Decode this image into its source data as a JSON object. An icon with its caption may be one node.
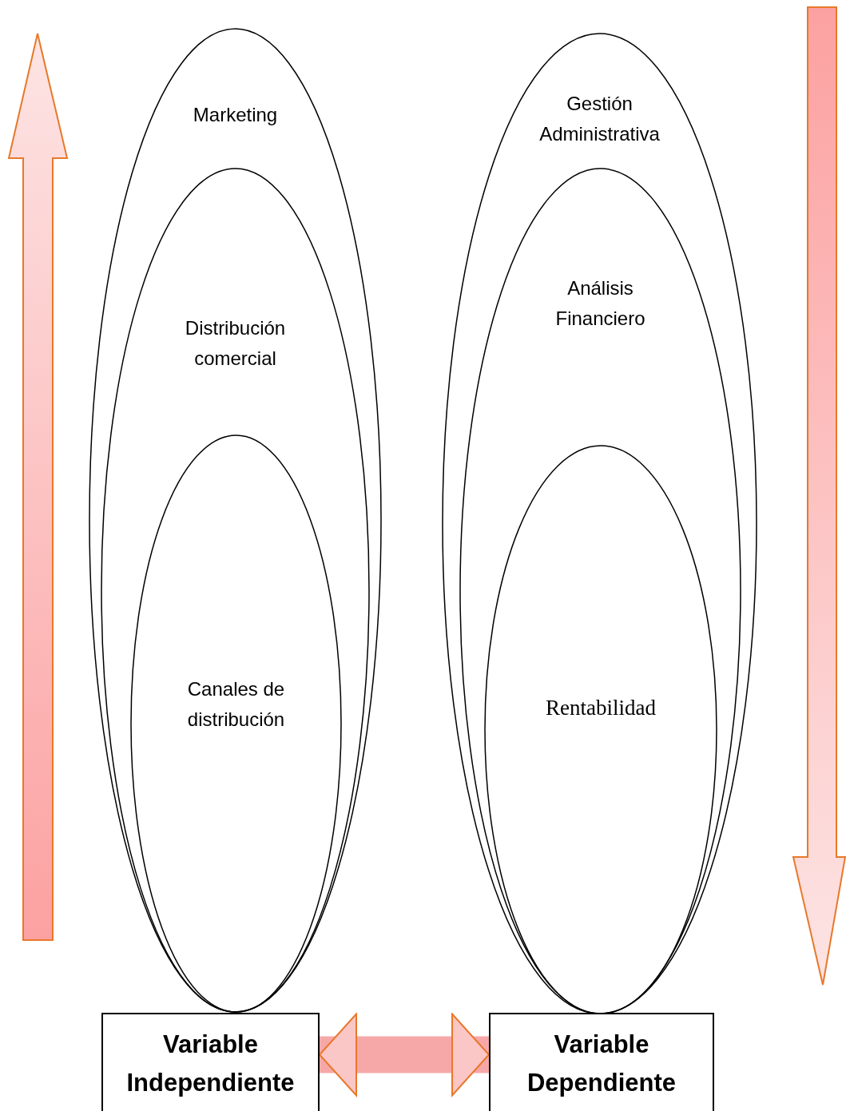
{
  "diagram": {
    "nodes": [
      {
        "text": [
          "Marketing"
        ]
      },
      {
        "text": [
          "Distribución comercial"
        ],
        "in": 0
      },
      {
        "text": [
          "Canales de distribución"
        ],
        "in": 1
      },
      {
        "text": [
          "Gestión Administrativa"
        ]
      },
      {
        "text": [
          "Análisis Financiero"
        ],
        "in": 3
      },
      {
        "text": [
          "Rentabilidad"
        ],
        "in": 4
      },
      {
        "text": [
          "Variable Independiente"
        ]
      },
      {
        "text": [
          "Variable Dependiente"
        ]
      }
    ],
    "edges": [
      {
        "from": 6,
        "to": 7,
        "arrow": "both"
      }
    ]
  }
}
